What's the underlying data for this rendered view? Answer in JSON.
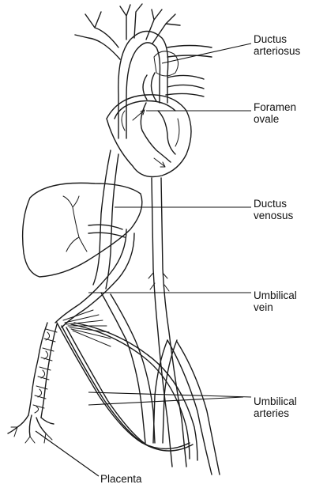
{
  "labels": {
    "ductus_arteriosus": {
      "line1": "Ductus",
      "line2": "arteriosus"
    },
    "foramen_ovale": {
      "line1": "Foramen",
      "line2": "ovale"
    },
    "ductus_venosus": {
      "line1": "Ductus",
      "line2": "venosus"
    },
    "umbilical_vein": {
      "line1": "Umbilical",
      "line2": "vein"
    },
    "umbilical_arteries": {
      "line1": "Umbilical",
      "line2": "arteries"
    },
    "placenta": {
      "text": "Placenta"
    }
  },
  "colors": {
    "ink": "#1a1a1a",
    "background": "#ffffff"
  }
}
